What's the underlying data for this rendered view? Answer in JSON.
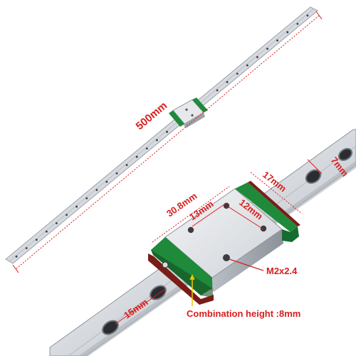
{
  "labels": {
    "rail_length": "500mm",
    "block_length": "30.8mm",
    "hole_span_long": "13mm",
    "hole_span_short": "12mm",
    "block_width": "17mm",
    "rail_width": "7mm",
    "screw_size": "M2x2.4",
    "hole_pitch": "15mm",
    "combination_height": "Combination height :8mm"
  },
  "colors": {
    "annotation": "#d81e1e",
    "arrow": "#f2c600",
    "seal": "#1e8a3a",
    "seal_dark": "#7a1d16",
    "steel_light": "#eef0f3",
    "steel_mid": "#c8ccd2",
    "steel_dark": "#8e949c"
  }
}
